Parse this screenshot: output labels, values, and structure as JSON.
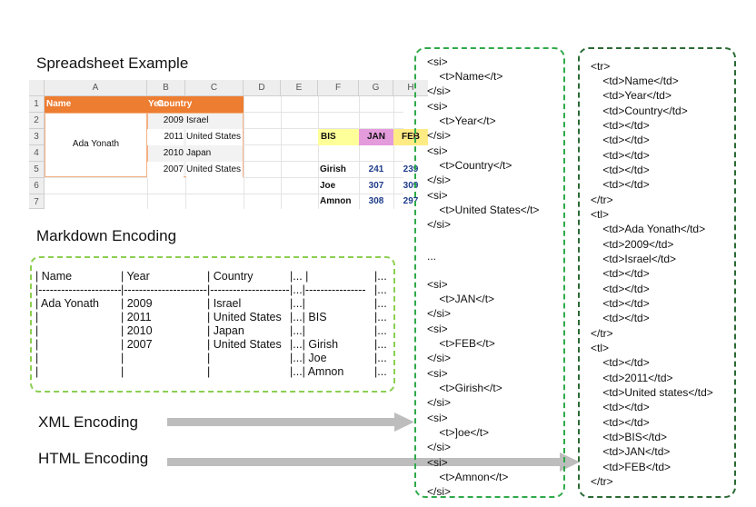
{
  "titles": {
    "spreadsheet": "Spreadsheet Example",
    "markdown": "Markdown Encoding",
    "xml": "XML Encoding",
    "html": "HTML Encoding"
  },
  "colors": {
    "header_orange": "#ed7d31",
    "bis_yellow": "#ffff99",
    "month_pink": "#e49bdc",
    "feb_yellow": "#ffeb84",
    "number_blue": "#1f3d8a",
    "markdown_border": "#8ccf52",
    "xml_border": "#2faa4a",
    "html_border": "#2b6a34",
    "arrow_gray": "#bdbdbd"
  },
  "spreadsheet": {
    "columns": [
      "A",
      "B",
      "C",
      "D",
      "E",
      "F",
      "G",
      "H"
    ],
    "rows": [
      "1",
      "2",
      "3",
      "4",
      "5",
      "6",
      "7"
    ],
    "header": [
      "Name",
      "Year",
      "Country"
    ],
    "records": [
      {
        "year": "2009",
        "country": "Israel"
      },
      {
        "year": "2011",
        "country": "United States"
      },
      {
        "year": "2010",
        "country": "Japan"
      },
      {
        "year": "2007",
        "country": "United States"
      }
    ],
    "merged_name": "Ada Yonath",
    "side_header": [
      "BIS",
      "JAN",
      "FEB"
    ],
    "side_rows": [
      {
        "name": "Girish",
        "jan": "241",
        "feb": "239"
      },
      {
        "name": "Joe",
        "jan": "307",
        "feb": "309"
      },
      {
        "name": "Amnon",
        "jan": "308",
        "feb": "297"
      }
    ]
  },
  "markdown_lines": [
    "| Name",
    "| Year",
    "| Country",
    "|... |",
    "|...",
    "|------------------------",
    "|------------------------",
    "|-----------------------",
    "|...|----------------",
    "|...",
    "| Ada Yonath",
    "| 2009",
    "| Israel",
    "|...|",
    "|...",
    "|",
    "| 2011",
    "| United States",
    "|...| BIS",
    "|...",
    "|",
    "| 2010",
    "| Japan",
    "|...|",
    "|...",
    "|",
    "| 2007",
    "| United States",
    "|...| Girish",
    "|...",
    "|",
    "|",
    "|",
    "|...| Joe",
    "|...",
    "|",
    "|",
    "|",
    "|...| Amnon",
    "|..."
  ],
  "xml_lines": [
    "<si>",
    "    <t>Name</t>",
    "</si>",
    "<si>",
    "    <t>Year</t>",
    "</si>",
    "<si>",
    "    <t>Country</t>",
    "</si>",
    "<si>",
    "    <t>United States</t>",
    "</si>",
    "",
    "...",
    "",
    "<si>",
    "    <t>JAN</t>",
    "</si>",
    "<si>",
    "    <t>FEB</t>",
    "</si>",
    "<si>",
    "    <t>Girish</t>",
    "</si>",
    "<si>",
    "    <t>]oe</t>",
    "</si>",
    "<si>",
    "    <t>Amnon</t>",
    "</si>"
  ],
  "html_lines": [
    "<tr>",
    "    <td>Name</td>",
    "    <td>Year</td>",
    "    <td>Country</td>",
    "    <td></td>",
    "    <td></td>",
    "    <td></td>",
    "    <td></td>",
    "    <td></td>",
    "</tr>",
    "<tl>",
    "    <td>Ada Yonath</td>",
    "    <td>2009</td>",
    "    <td>Israel</td>",
    "    <td></td>",
    "    <td></td>",
    "    <td></td>",
    "    <td></td>",
    "</tr>",
    "<tl>",
    "    <td></td>",
    "    <td>2011</td>",
    "    <td>United states</td>",
    "    <td></td>",
    "    <td></td>",
    "    <td>BIS</td>",
    "    <td>JAN</td>",
    "    <td>FEB</td>",
    "</tr>"
  ]
}
